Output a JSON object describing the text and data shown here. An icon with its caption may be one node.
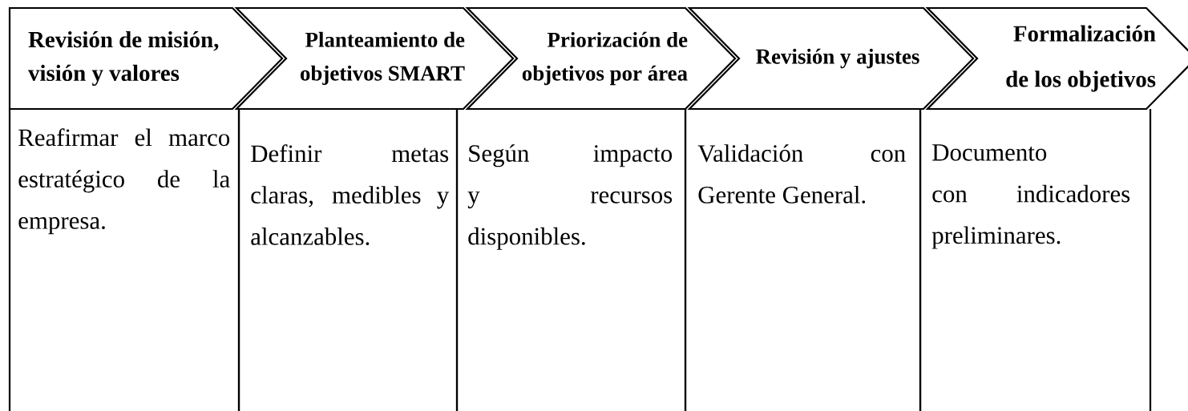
{
  "diagram": {
    "nodes": [
      {
        "text": [
          "Revisión de misión, visión y valores"
        ]
      },
      {
        "text": [
          "Planteamiento de objetivos SMART"
        ]
      },
      {
        "text": [
          "Priorización de objetivos por área"
        ]
      },
      {
        "text": [
          "Revisión y ajustes"
        ]
      },
      {
        "text": [
          "Formalización de los objetivos"
        ]
      },
      {
        "text": [
          "Reafirmar el marco estratégico de la empresa."
        ]
      },
      {
        "text": [
          "Definir metas claras, medibles y alcanzables."
        ]
      },
      {
        "text": [
          "Según impacto y recursos disponibles."
        ]
      },
      {
        "text": [
          "Validación con Gerente General."
        ]
      },
      {
        "text": [
          "Documento con indicadores preliminares."
        ]
      }
    ]
  }
}
